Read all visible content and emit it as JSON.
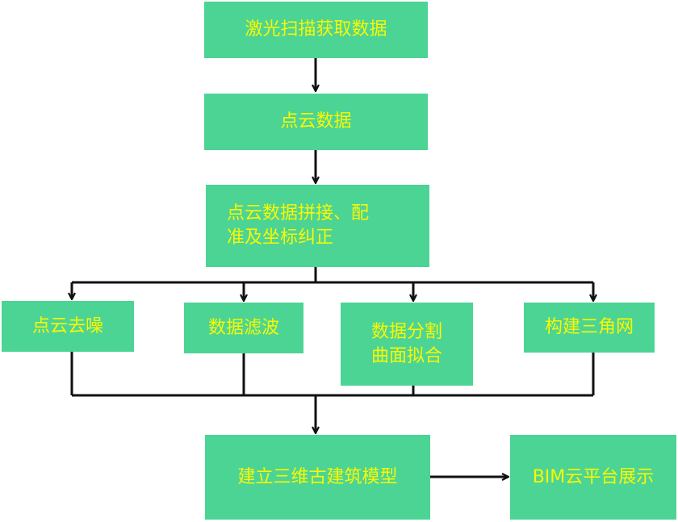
{
  "diagram": {
    "colors": {
      "node_fill": "#4cd494",
      "node_text": "#f8f804",
      "connector": "#111111"
    },
    "nodes": {
      "laser_scan": "激光扫描获取数据",
      "point_cloud": "点云数据",
      "registration": "点云数据拼接、配\n准及坐标纠正",
      "denoise": "点云去噪",
      "filter": "数据滤波",
      "segmentation": "数据分割\n曲面拟合",
      "triangulation": "构建三角网",
      "build_model": "建立三维古建筑模型",
      "bim_display": "BIM云平台展示"
    }
  }
}
